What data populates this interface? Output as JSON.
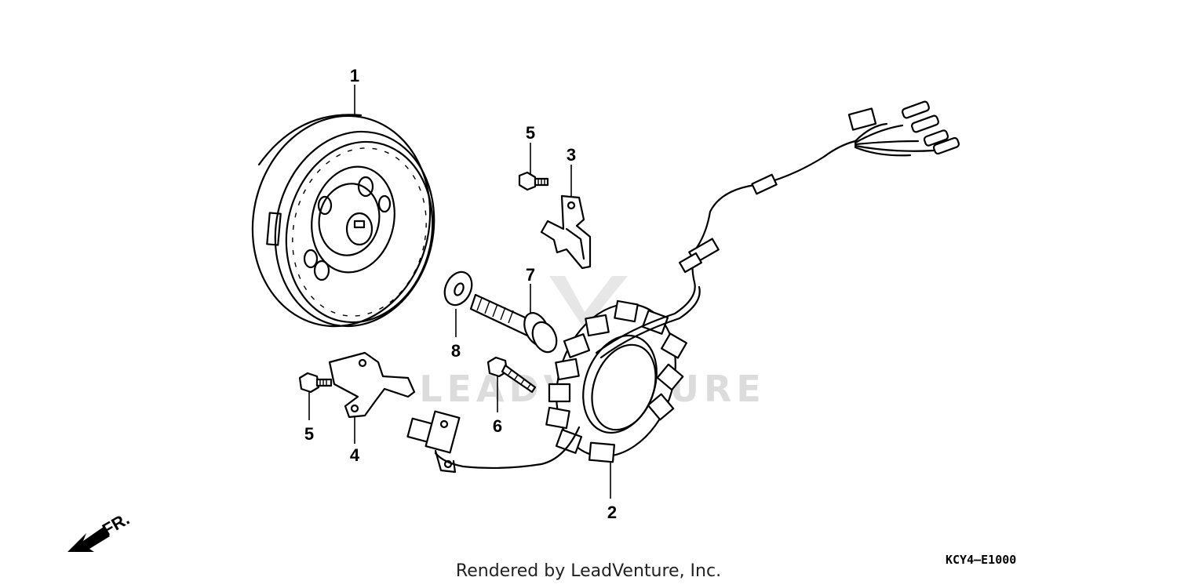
{
  "callouts": {
    "flywheel": "1",
    "stator": "2",
    "bracket_upper": "3",
    "bracket_lower": "4",
    "bolt_upper": "5",
    "bolt_lower": "5",
    "bolt_small": "6",
    "bolt_large": "7",
    "washer": "8"
  },
  "front_indicator": "FR.",
  "credit": "Rendered by LeadVenture, Inc.",
  "diagram_code": "KCY4–E1000",
  "watermark": "LEADVENTURE"
}
